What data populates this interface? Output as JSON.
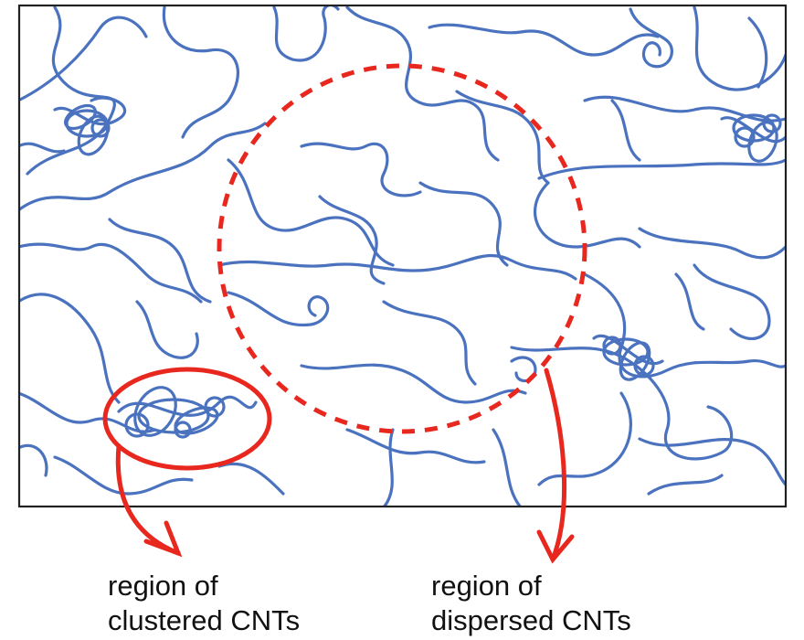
{
  "diagram": {
    "colors": {
      "nanotube": "#4a72bf",
      "highlight": "#e8281f",
      "frame": "#222222"
    },
    "labels": {
      "clustered": {
        "line1": "region of",
        "line2": "clustered CNTs"
      },
      "dispersed": {
        "line1": "region of",
        "line2": "dispersed CNTs"
      }
    }
  }
}
